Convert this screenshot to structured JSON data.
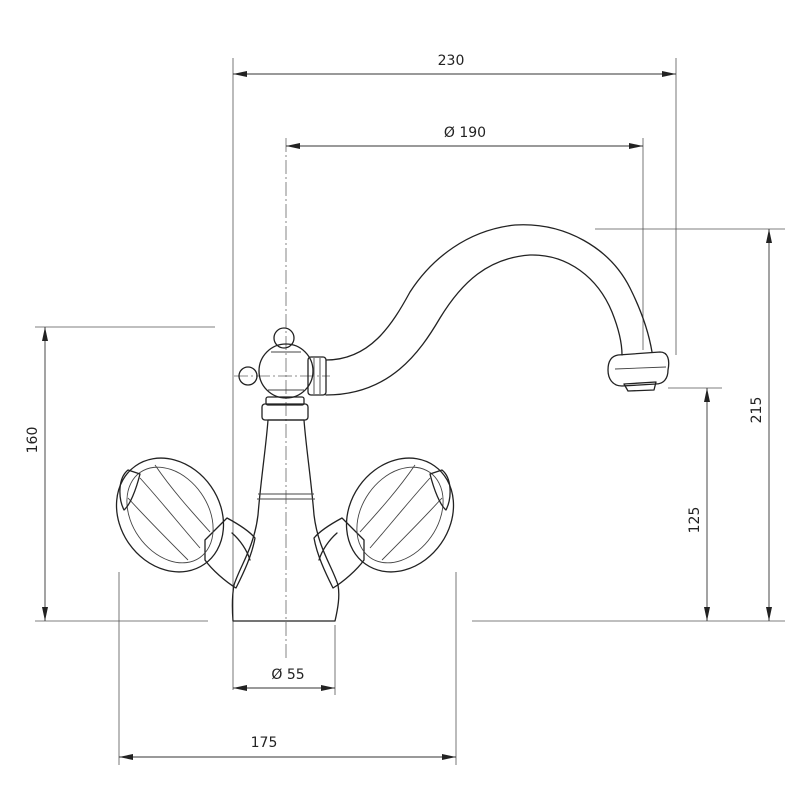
{
  "dimensions": {
    "overall_reach": "230",
    "spout_diameter": "Ø 190",
    "left_height": "160",
    "spout_height": "215",
    "outlet_height": "125",
    "base_diameter": "Ø 55",
    "handle_span": "175"
  }
}
